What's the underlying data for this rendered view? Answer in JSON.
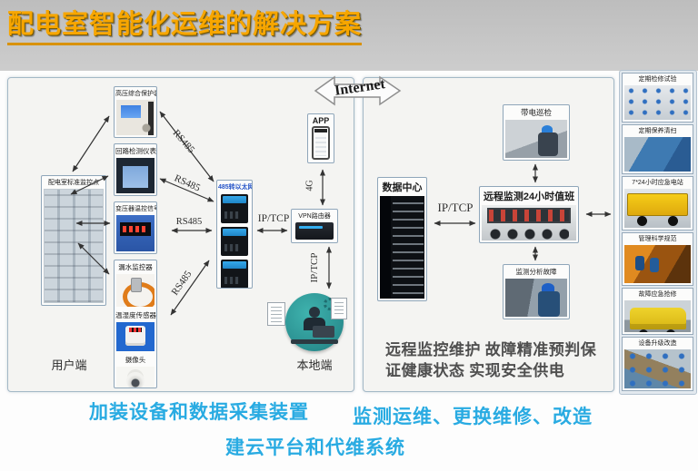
{
  "title": "配电室智能化运维的解决方案",
  "internet": {
    "label": "Internet"
  },
  "left_panel": {
    "monitor_box": {
      "label": "配电室标准监控点"
    },
    "device1": {
      "label": "高压综合保护装置"
    },
    "device2": {
      "label": "回路检测仪表"
    },
    "device3": {
      "label": "变压器温控信号"
    },
    "sensor_box": {
      "leak_label": "漏水监控器",
      "temp_label": "温湿度传感器",
      "camera_label": "摄像头"
    },
    "converter": {
      "label": "485转以太网"
    },
    "app": {
      "label": "APP"
    },
    "vpn": {
      "label": "VPN路由器"
    },
    "local_end_label": "本地端",
    "user_end_label": "用户端",
    "bus1": "RS485",
    "bus2": "RS485",
    "bus3": "RS485",
    "bus4": "RS485",
    "ip_tcp_h": "IP/TCP",
    "g4": "4G",
    "ip_tcp_v": "IP/TCP"
  },
  "right_panel": {
    "data_center": {
      "label": "数据中心"
    },
    "remote": {
      "label": "远程监测24小时值班"
    },
    "patrol": {
      "label": "带电巡检"
    },
    "analysis": {
      "label": "监测分析故障"
    },
    "ip_tcp": "IP/TCP",
    "desc_line1": "远程监控维护 故障精准预判保",
    "desc_line2": "证健康状态 实现安全供电"
  },
  "services": [
    {
      "label": "定期检修试验"
    },
    {
      "label": "定期保养清扫"
    },
    {
      "label": "7*24小时应急电站"
    },
    {
      "label": "管理科学规范"
    },
    {
      "label": "故障应急抢修"
    },
    {
      "label": "设备升级改造"
    }
  ],
  "captions": {
    "left": "加装设备和数据采集装置",
    "right": "监测运维、更换维修、改造",
    "center": "建云平台和代维系统"
  },
  "colors": {
    "title": "#F7A600",
    "caption": "#29ABE2",
    "converter_label": "#2554C8",
    "arrow": "#333333",
    "panel_border": "#A3B8C6"
  }
}
